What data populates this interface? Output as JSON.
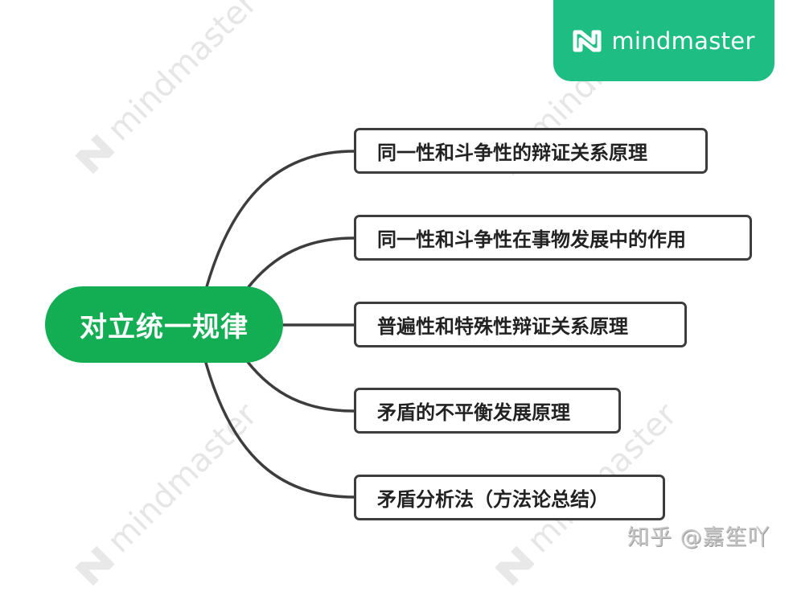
{
  "brand": {
    "name": "mindmaster",
    "logo_icon": "mindmaster-logo-icon",
    "badge_color": "#1ebd84"
  },
  "watermark": {
    "text": "mindmaster",
    "color": "#e6e6e6"
  },
  "mindmap": {
    "central_topic": {
      "label": "对立统一规律",
      "color": "#13ad53",
      "text_color": "#ffffff"
    },
    "connector_color": "#3d3d3d",
    "subtopics": [
      {
        "label": "同一性和斗争性的辩证关系原理"
      },
      {
        "label": "同一性和斗争性在事物发展中的作用"
      },
      {
        "label": "普遍性和特殊性辩证关系原理"
      },
      {
        "label": "矛盾的不平衡发展原理"
      },
      {
        "label": "矛盾分析法（方法论总结）"
      }
    ]
  },
  "credit": {
    "text": "知乎 @嘉笙吖"
  }
}
